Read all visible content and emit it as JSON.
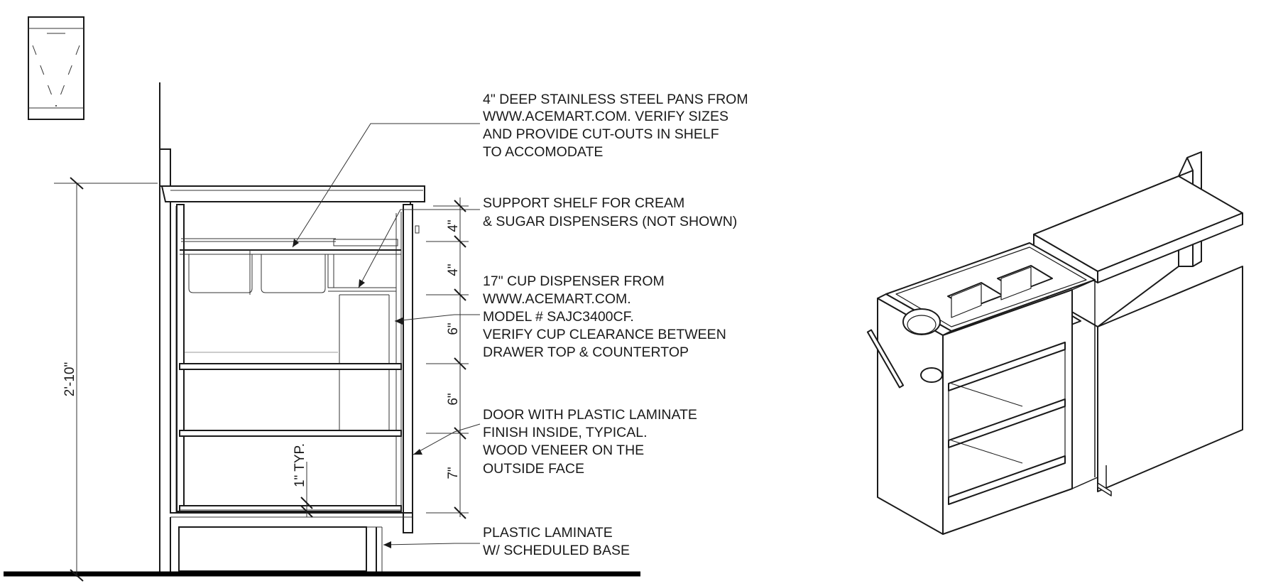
{
  "notes": {
    "pans": [
      "4\" DEEP STAINLESS STEEL PANS FROM",
      "WWW.ACEMART.COM. VERIFY SIZES",
      "AND PROVIDE CUT-OUTS IN SHELF",
      "TO ACCOMODATE"
    ],
    "shelf": [
      "SUPPORT SHELF FOR CREAM",
      "& SUGAR DISPENSERS (NOT SHOWN)"
    ],
    "cup": [
      "17\" CUP DISPENSER FROM",
      "WWW.ACEMART.COM.",
      "MODEL # SAJC3400CF.",
      "VERIFY CUP CLEARANCE BETWEEN",
      "DRAWER TOP & COUNTERTOP"
    ],
    "door": [
      "DOOR WITH PLASTIC LAMINATE",
      "FINISH INSIDE, TYPICAL.",
      "WOOD VENEER ON THE",
      "OUTSIDE FACE"
    ],
    "base": [
      "PLASTIC LAMINATE",
      "W/ SCHEDULED BASE"
    ]
  },
  "dimensions": {
    "overall_height": "2'-10\"",
    "seg1": "4\"",
    "seg2": "4\"",
    "seg3": "6\"",
    "seg4": "6\"",
    "seg5": "7\"",
    "typ": "1\" TYP."
  }
}
